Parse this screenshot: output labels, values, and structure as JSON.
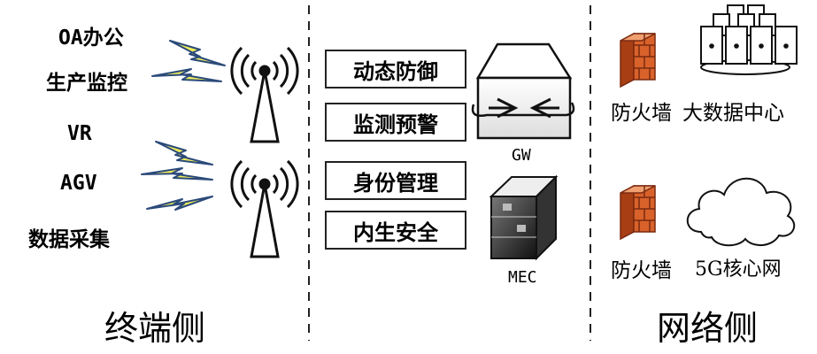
{
  "terminal": {
    "items": [
      "OA办公",
      "生产监控",
      "VR",
      "AGV",
      "数据采集"
    ],
    "section_label": "终端侧"
  },
  "security": {
    "boxes": [
      "动态防御",
      "监测预警",
      "身份管理",
      "内生安全"
    ]
  },
  "gateway": {
    "gw_label": "GW",
    "mec_label": "MEC"
  },
  "network": {
    "firewall_label_1": "防火墙",
    "firewall_label_2": "防火墙",
    "datacenter_label": "大数据中心",
    "core_label": "5G核心网",
    "section_label": "网络侧"
  },
  "colors": {
    "bolt_fill": "#f2ef5a",
    "bolt_stroke": "#2b4a7a",
    "firewall": "#d9622b"
  }
}
